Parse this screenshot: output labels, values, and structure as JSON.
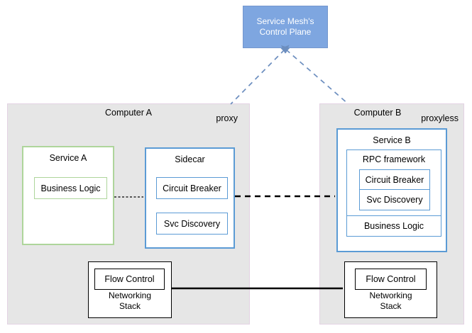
{
  "diagram": {
    "control_plane": {
      "label": "Service Mesh's Control Plane"
    },
    "computer_a": {
      "title": "Computer A",
      "mode": "proxy",
      "service": {
        "title": "Service A",
        "business_logic": "Business Logic"
      },
      "sidecar": {
        "title": "Sidecar",
        "components": [
          "Circuit Breaker",
          "Svc Discovery"
        ]
      },
      "networking": {
        "title": "Networking Stack",
        "flow_control": "Flow Control"
      }
    },
    "computer_b": {
      "title": "Computer B",
      "mode": "proxyless",
      "service": {
        "title": "Service B",
        "rpc_framework": {
          "title": "RPC framework",
          "components": [
            "Circuit Breaker",
            "Svc Discovery"
          ]
        },
        "business_logic": "Business Logic"
      },
      "networking": {
        "title": "Networking Stack",
        "flow_control": "Flow Control"
      }
    },
    "colors": {
      "control_plane_fill": "#7EA6E0",
      "blue_border": "#5B9BD5",
      "green_border": "#AED59B",
      "computer_fill": "#E6E6E6",
      "computer_border": "#E3D2E3",
      "link_blue": "#6C8EBF",
      "link_black": "#000000"
    }
  }
}
